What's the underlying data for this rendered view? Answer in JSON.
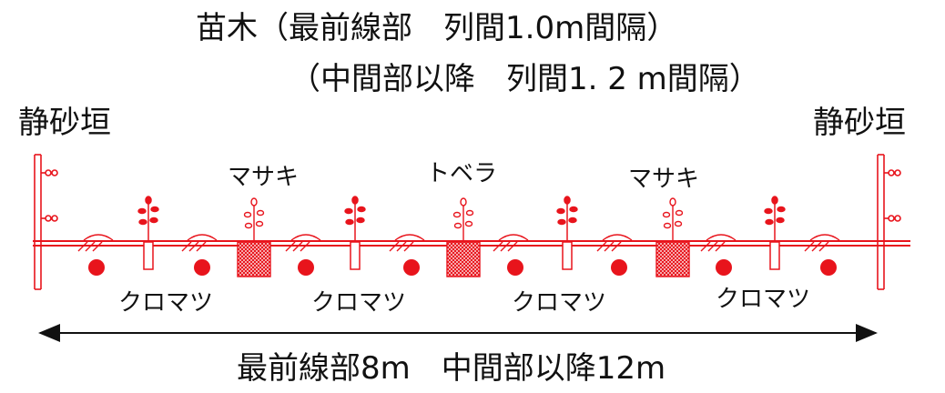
{
  "title": {
    "line1": "苗木（最前線部　列間1.0m間隔）",
    "line2": "（中間部以降　列間1. 2 m間隔）"
  },
  "fence": {
    "left_label": "静砂垣",
    "right_label": "静砂垣"
  },
  "plants": {
    "top_labels": [
      "マサキ",
      "トベラ",
      "マサキ"
    ],
    "bottom_labels": [
      "クロマツ",
      "クロマツ",
      "クロマツ",
      "クロマツ"
    ]
  },
  "dimension": {
    "label": "最前線部8m　中間部以降12m"
  },
  "colors": {
    "drawing": "#e8141c",
    "text": "#111111",
    "background": "#ffffff"
  }
}
